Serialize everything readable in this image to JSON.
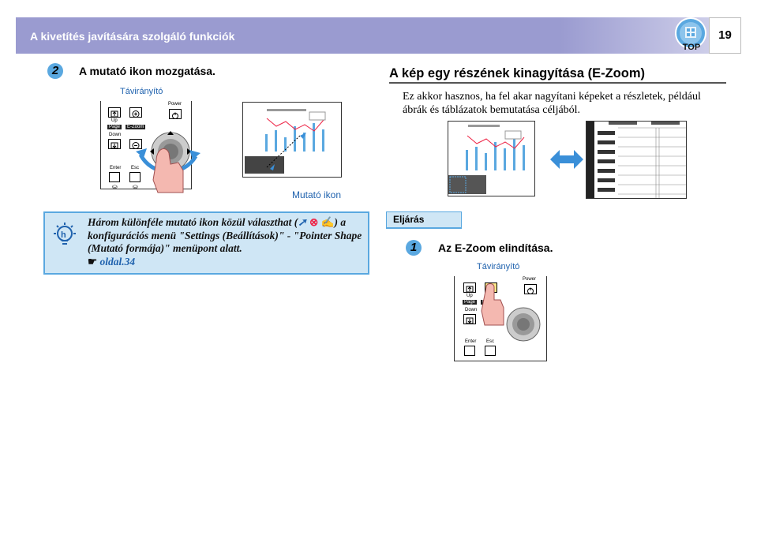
{
  "header": {
    "title": "A kivetítés javítására szolgáló funkciók",
    "page_number": "19",
    "top_button": "TOP"
  },
  "step2": {
    "number": "2",
    "title": "A mutató ikon mozgatása.",
    "remote_label": "Távirányító",
    "pointer_label": "Mutató ikon"
  },
  "remote_buttons": {
    "power": "Power",
    "up": "Up",
    "page": "Page",
    "ezoom": "E-Zoom",
    "down": "Down",
    "enter": "Enter",
    "esc": "Esc"
  },
  "ezoom_section": {
    "heading": "A kép egy részének kinagyítása (E-Zoom)",
    "description": "Ez akkor hasznos, ha fel akar nagyítani képeket a részletek, például ábrák és táblázatok bemutatása céljából."
  },
  "tip": {
    "text_part1": "Három különféle mutató ikon közül választhat (",
    "text_part2": ") a konfigurációs menü \"Settings (Beállítások)\" - \"Pointer Shape (Mutató formája)\" menüpont alatt.",
    "link_text": "oldal.34"
  },
  "procedure": {
    "label": "Eljárás",
    "step_number": "1",
    "step_title": "Az E-Zoom elindítása.",
    "remote_label": "Távirányító"
  },
  "colors": {
    "header_bg": "#9a9bd0",
    "accent_blue": "#5aa8e0",
    "tip_bg": "#cfe6f5",
    "label_blue": "#1f62ae"
  }
}
